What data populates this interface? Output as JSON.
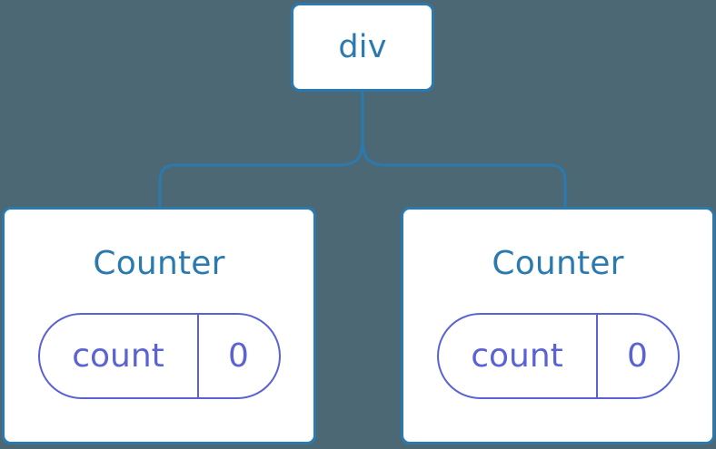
{
  "diagram": {
    "type": "component-tree",
    "background_color": "#4c6874",
    "node_border_color": "#2a7ab0",
    "node_fill_color": "#ffffff",
    "edge_color": "#2a7ab0",
    "state_pill_color": "#5a62d4",
    "root": {
      "label": "div"
    },
    "children": [
      {
        "label": "Counter",
        "state": {
          "key": "count",
          "value": "0"
        }
      },
      {
        "label": "Counter",
        "state": {
          "key": "count",
          "value": "0"
        }
      }
    ]
  }
}
